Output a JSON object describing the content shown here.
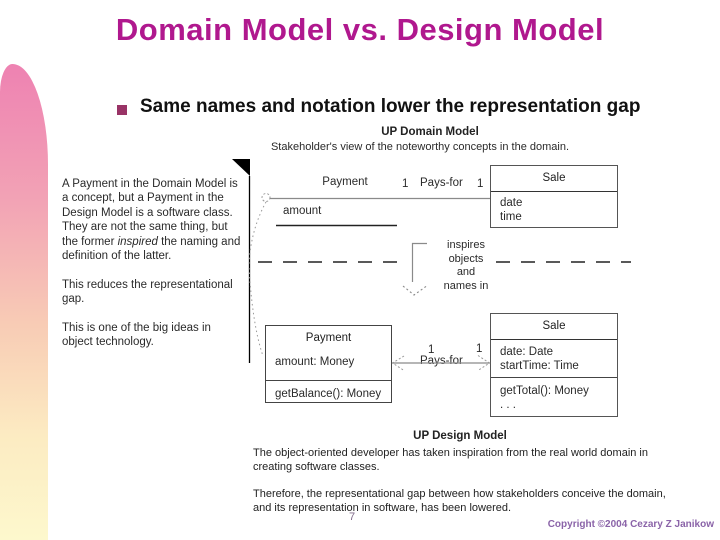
{
  "slide": {
    "title": "Domain Model vs. Design Model",
    "bullet_text": "Same names and notation lower the representation gap",
    "page_number": "7",
    "copyright": "Copyright ©2004 Cezary Z Janikow"
  },
  "annotation": {
    "para1_before": "A Payment in the Domain Model is a concept, but a Payment in the Design Model is a software class. They are not the same thing, but the former ",
    "para1_italic": "inspired",
    "para1_after": " the naming and definition of the latter.",
    "para2": "This reduces the representational gap.",
    "para3": "This is one of the big ideas in object technology."
  },
  "domain_model": {
    "heading": "UP Domain Model",
    "subheading": "Stakeholder's view of the noteworthy concepts in the domain.",
    "payment": {
      "name": "Payment",
      "attribute": "amount"
    },
    "association": {
      "mult_left": "1",
      "label": "Pays-for",
      "mult_right": "1"
    },
    "sale": {
      "name": "Sale",
      "attributes": [
        "date",
        "time"
      ]
    }
  },
  "inspires_note": {
    "lines": [
      "inspires",
      "objects",
      "and",
      "names in"
    ]
  },
  "design_model": {
    "heading": "UP Design Model",
    "payment": {
      "name": "Payment",
      "attribute": "amount: Money",
      "method": "getBalance(): Money"
    },
    "association": {
      "mult_left": "1",
      "label": "Pays-for",
      "mult_right": "1"
    },
    "sale": {
      "name": "Sale",
      "attributes": [
        "date: Date",
        "startTime: Time"
      ],
      "methods": [
        "getTotal(): Money",
        ". . ."
      ]
    },
    "description_para1": "The object-oriented developer has taken inspiration from the real world domain in creating software classes.",
    "description_para2": "Therefore, the representational gap between how stakeholders conceive the domain, and its representation in software, has been lowered."
  },
  "colors": {
    "title": "#b0188e",
    "bullet_marker": "#993366",
    "copyright": "#8a63a8"
  }
}
